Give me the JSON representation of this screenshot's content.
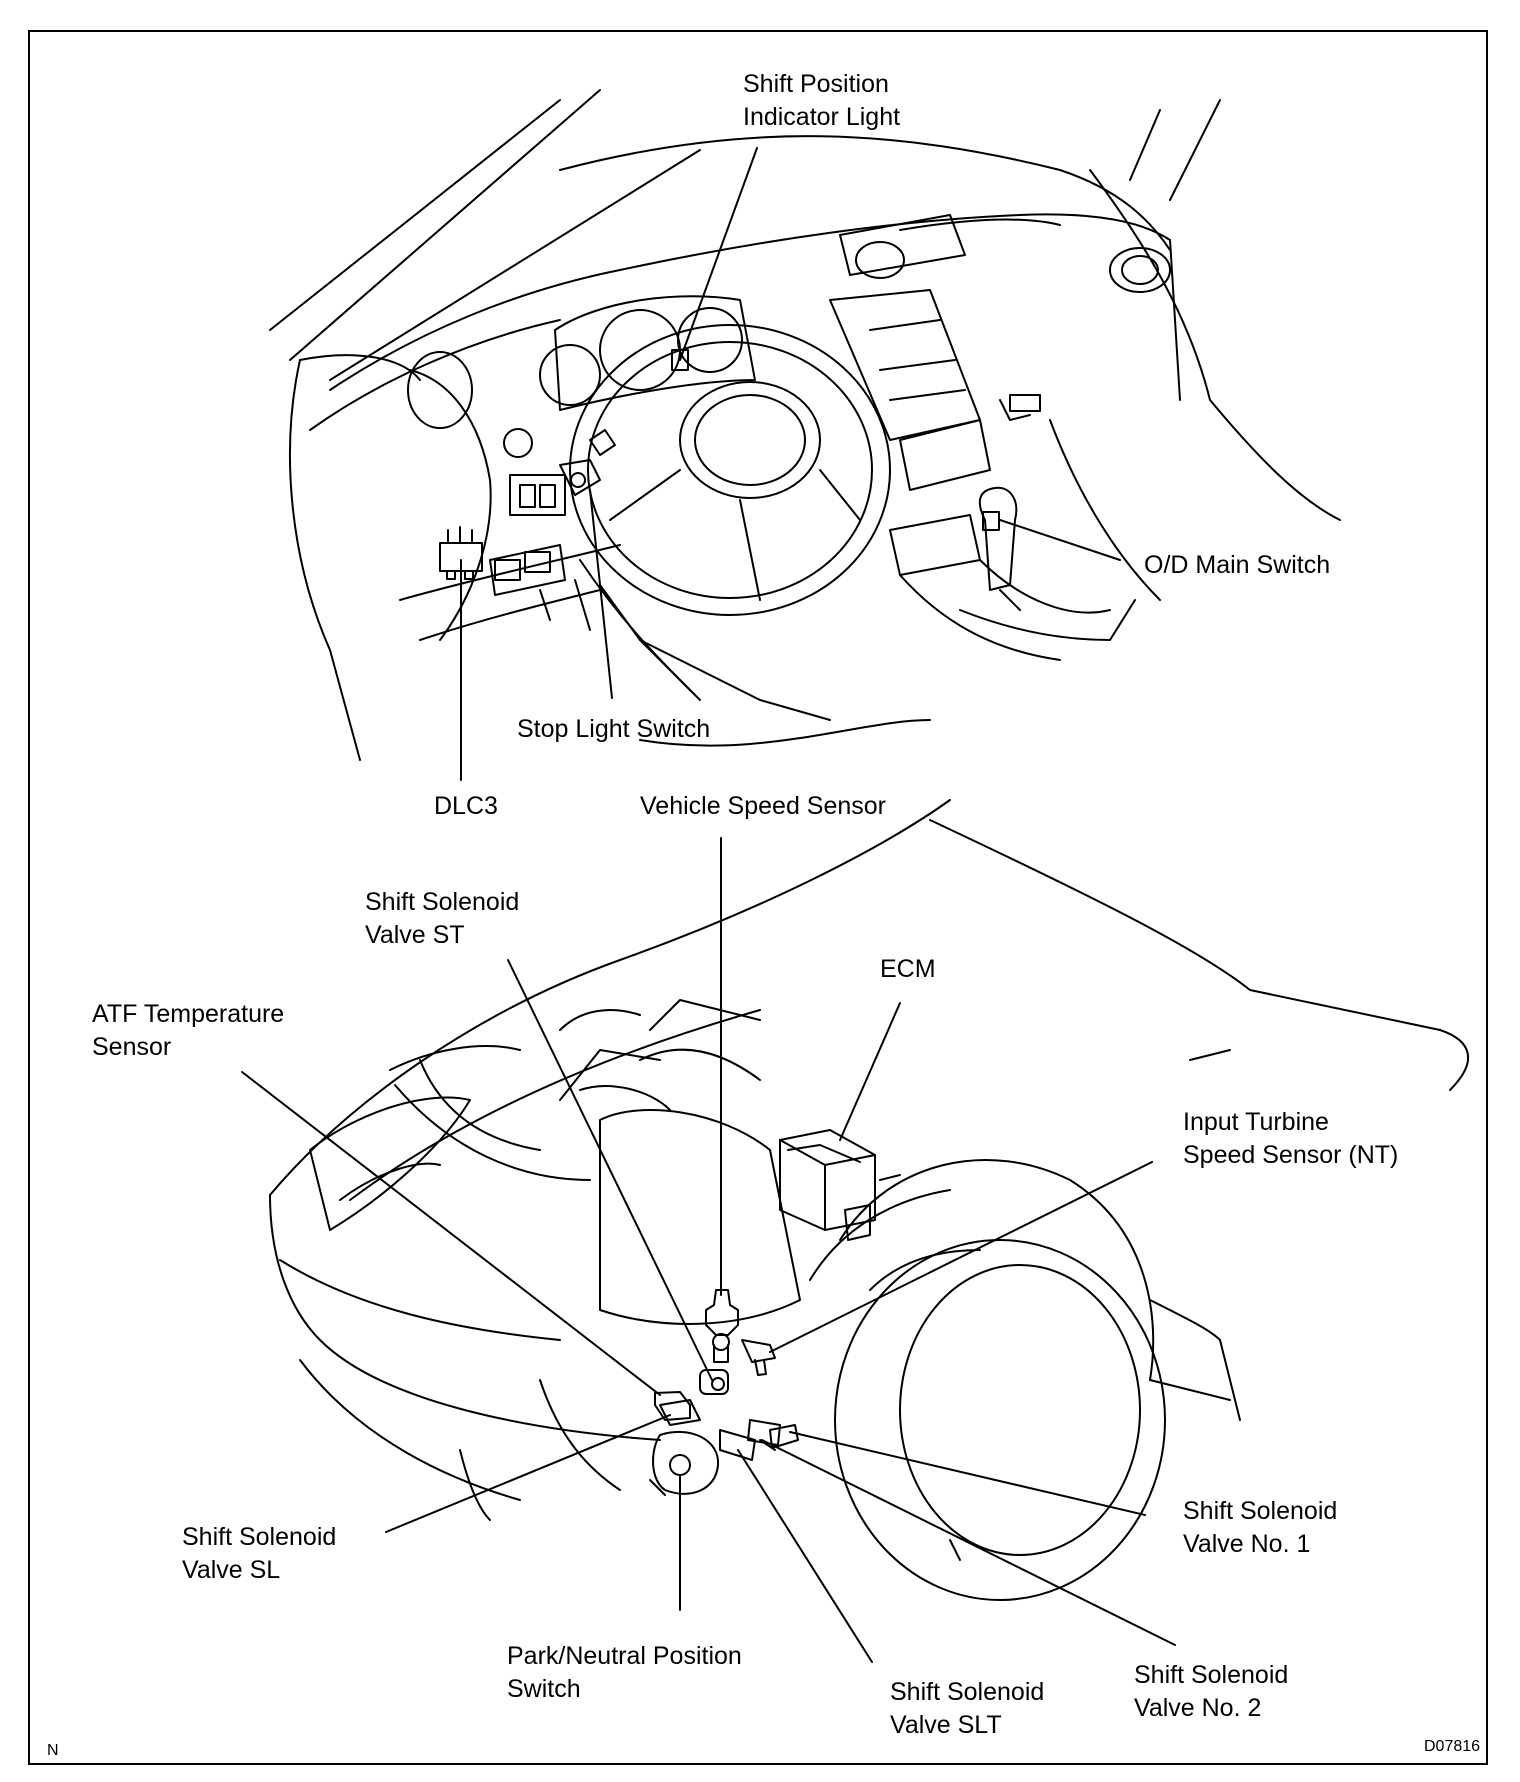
{
  "labels": {
    "shift_position_indicator_light": [
      "Shift Position",
      "Indicator Light"
    ],
    "od_main_switch": "O/D Main Switch",
    "stop_light_switch": "Stop Light Switch",
    "dlc3": "DLC3",
    "vehicle_speed_sensor": "Vehicle Speed Sensor",
    "shift_solenoid_valve_st": [
      "Shift Solenoid",
      "Valve ST"
    ],
    "ecm": "ECM",
    "atf_temperature_sensor": [
      "ATF Temperature",
      "Sensor"
    ],
    "input_turbine_speed_sensor": [
      "Input Turbine",
      "Speed Sensor (NT)"
    ],
    "shift_solenoid_valve_sl": [
      "Shift Solenoid",
      "Valve SL"
    ],
    "shift_solenoid_valve_no1": [
      "Shift Solenoid",
      "Valve No. 1"
    ],
    "park_neutral_position_switch": [
      "Park/Neutral Position",
      "Switch"
    ],
    "shift_solenoid_valve_slt": [
      "Shift Solenoid",
      "Valve SLT"
    ],
    "shift_solenoid_valve_no2": [
      "Shift Solenoid",
      "Valve No. 2"
    ]
  },
  "corner": {
    "left": "N",
    "right": "D07816"
  }
}
